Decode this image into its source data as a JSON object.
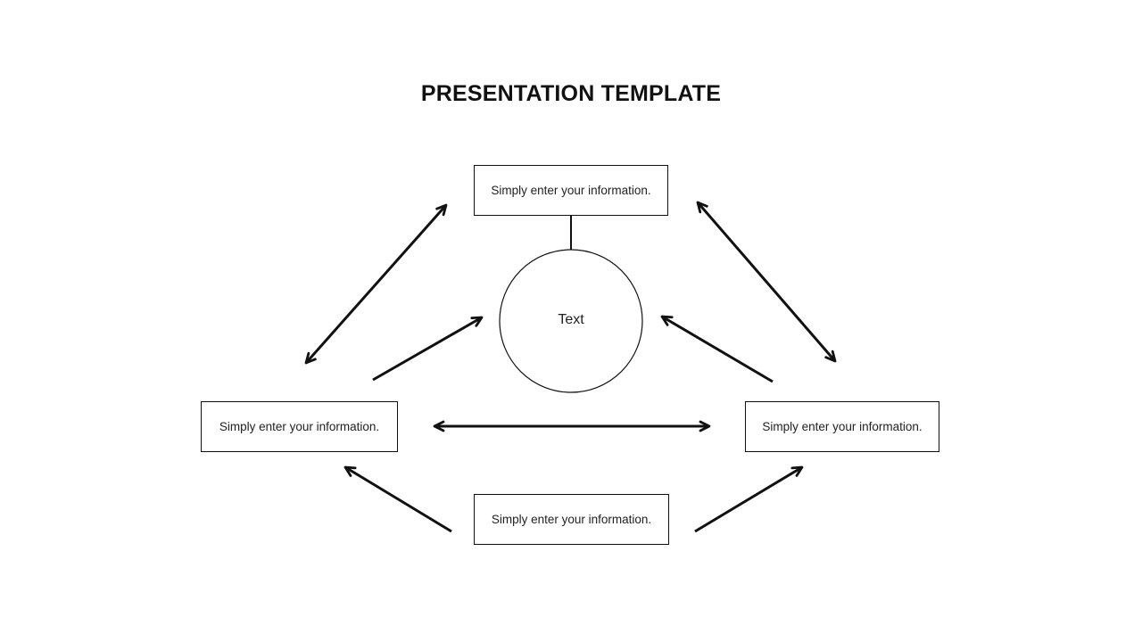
{
  "title": "PRESENTATION TEMPLATE",
  "center": {
    "label": "Text",
    "shape": "circle"
  },
  "boxes": {
    "top": {
      "label": "Simply enter your information."
    },
    "left": {
      "label": "Simply enter your information."
    },
    "right": {
      "label": "Simply enter your information."
    },
    "bottom": {
      "label": "Simply enter your information."
    }
  },
  "arrows": [
    {
      "name": "upper-left-diagonal",
      "heads": "double",
      "between": [
        "left-box-area",
        "top-box-area"
      ]
    },
    {
      "name": "upper-right-diagonal",
      "heads": "double",
      "between": [
        "top-box-area",
        "right-box-area"
      ]
    },
    {
      "name": "mid-left-to-circle",
      "heads": "single",
      "points_to": "circle"
    },
    {
      "name": "mid-right-to-circle",
      "heads": "single",
      "points_to": "circle"
    },
    {
      "name": "horizontal-middle",
      "heads": "double",
      "between": [
        "left-box",
        "right-box"
      ]
    },
    {
      "name": "bottom-left-to-left-box",
      "heads": "single",
      "points_to": "left-box"
    },
    {
      "name": "bottom-right-to-right-box",
      "heads": "single",
      "points_to": "right-box"
    }
  ],
  "colors": {
    "background": "#ffffff",
    "line": "#111111",
    "text": "#222222",
    "title": "#111111"
  }
}
